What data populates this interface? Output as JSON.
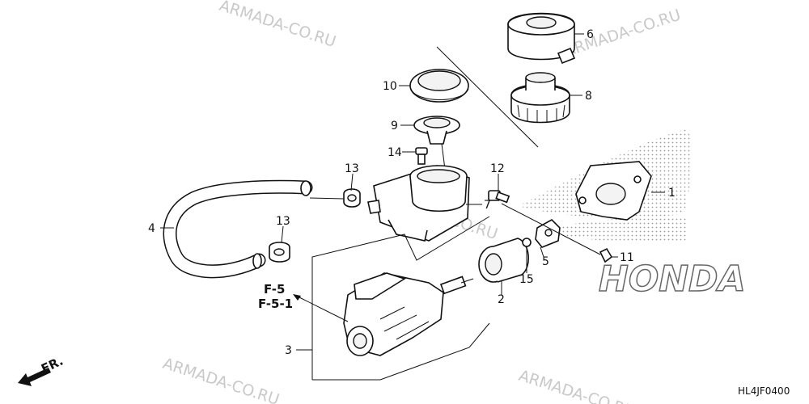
{
  "diagram": {
    "code": "HL4JF0400",
    "front_marker": "FR.",
    "ref1": "F-5",
    "ref2": "F-5-1",
    "watermark": "ARMADA-CO.RU",
    "brand_logo": "HONDA",
    "callouts": [
      "1",
      "2",
      "3",
      "4",
      "5",
      "6",
      "7",
      "8",
      "9",
      "10",
      "11",
      "12",
      "13",
      "13",
      "14",
      "15"
    ]
  }
}
